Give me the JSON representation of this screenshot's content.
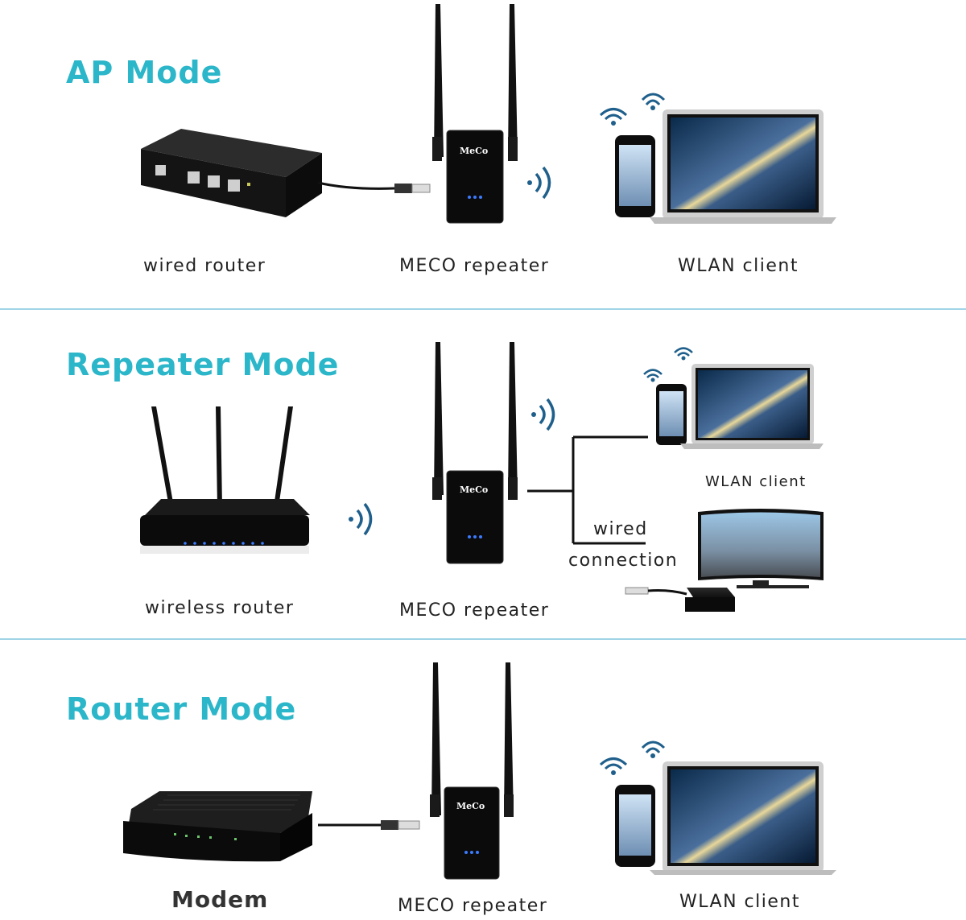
{
  "colors": {
    "title": "#2bb6c9",
    "divider": "#9fd4e6",
    "device": "#111111",
    "text": "#222222"
  },
  "device_logo": "MeCo",
  "sections": {
    "ap": {
      "title": "AP Mode",
      "labels": {
        "source": "wired router",
        "repeater": "MECO  repeater",
        "client": "WLAN client"
      }
    },
    "repeater": {
      "title": "Repeater Mode",
      "labels": {
        "source": "wireless router",
        "repeater": "MECO  repeater",
        "client": "WLAN client",
        "wired_line1": "wired",
        "wired_line2": "connection"
      }
    },
    "router": {
      "title": "Router Mode",
      "labels": {
        "source": "Modem",
        "repeater": "MECO  repeater",
        "client": "WLAN client"
      }
    }
  },
  "icons": [
    "ethernet-switch-icon",
    "repeater-icon",
    "wifi-signal-icon",
    "smartphone-icon",
    "laptop-icon",
    "wireless-router-icon",
    "tv-icon",
    "tv-box-icon",
    "modem-icon",
    "ethernet-cable-icon"
  ]
}
